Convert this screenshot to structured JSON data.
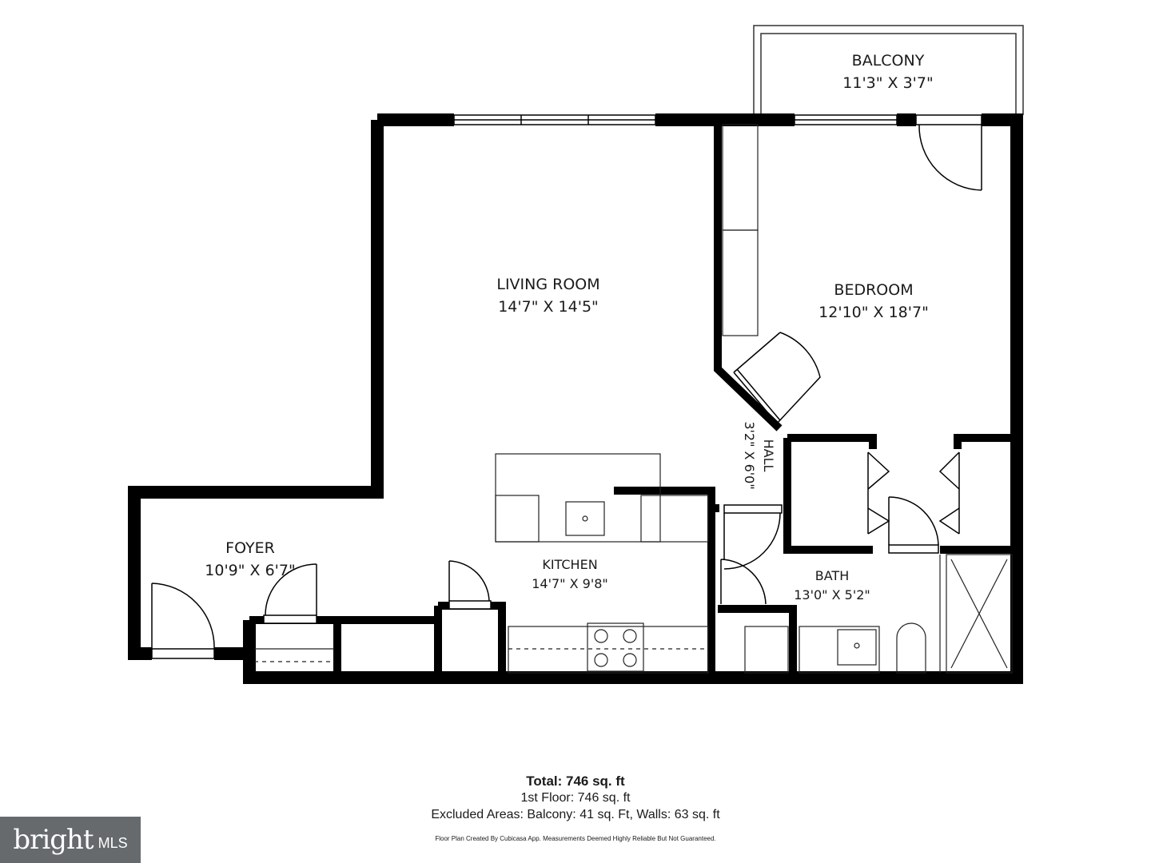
{
  "rooms": {
    "balcony": {
      "name": "BALCONY",
      "dims": "11'3\" X 3'7\""
    },
    "living_room": {
      "name": "LIVING ROOM",
      "dims": "14'7\" X 14'5\""
    },
    "bedroom": {
      "name": "BEDROOM",
      "dims": "12'10\" X 18'7\""
    },
    "hall": {
      "name": "HALL",
      "dims": "3'2\" X 6'0\""
    },
    "foyer": {
      "name": "FOYER",
      "dims": "10'9\" X 6'7\""
    },
    "kitchen": {
      "name": "KITCHEN",
      "dims": "14'7\" X 9'8\""
    },
    "bath": {
      "name": "BATH",
      "dims": "13'0\" X 5'2\""
    }
  },
  "summary": {
    "total": "Total: 746 sq. ft",
    "first_floor": "1st Floor: 746 sq. ft",
    "excluded": "Excluded Areas: Balcony: 41 sq. Ft, Walls: 63 sq. ft",
    "disclaimer": "Floor Plan Created By Cubicasa App. Measurements Deemed Highly Reliable But Not Guaranteed."
  },
  "logo": {
    "brand": "bright",
    "suffix": "MLS"
  },
  "colors": {
    "wall": "#000000",
    "logo_bg": "#666a6d"
  }
}
